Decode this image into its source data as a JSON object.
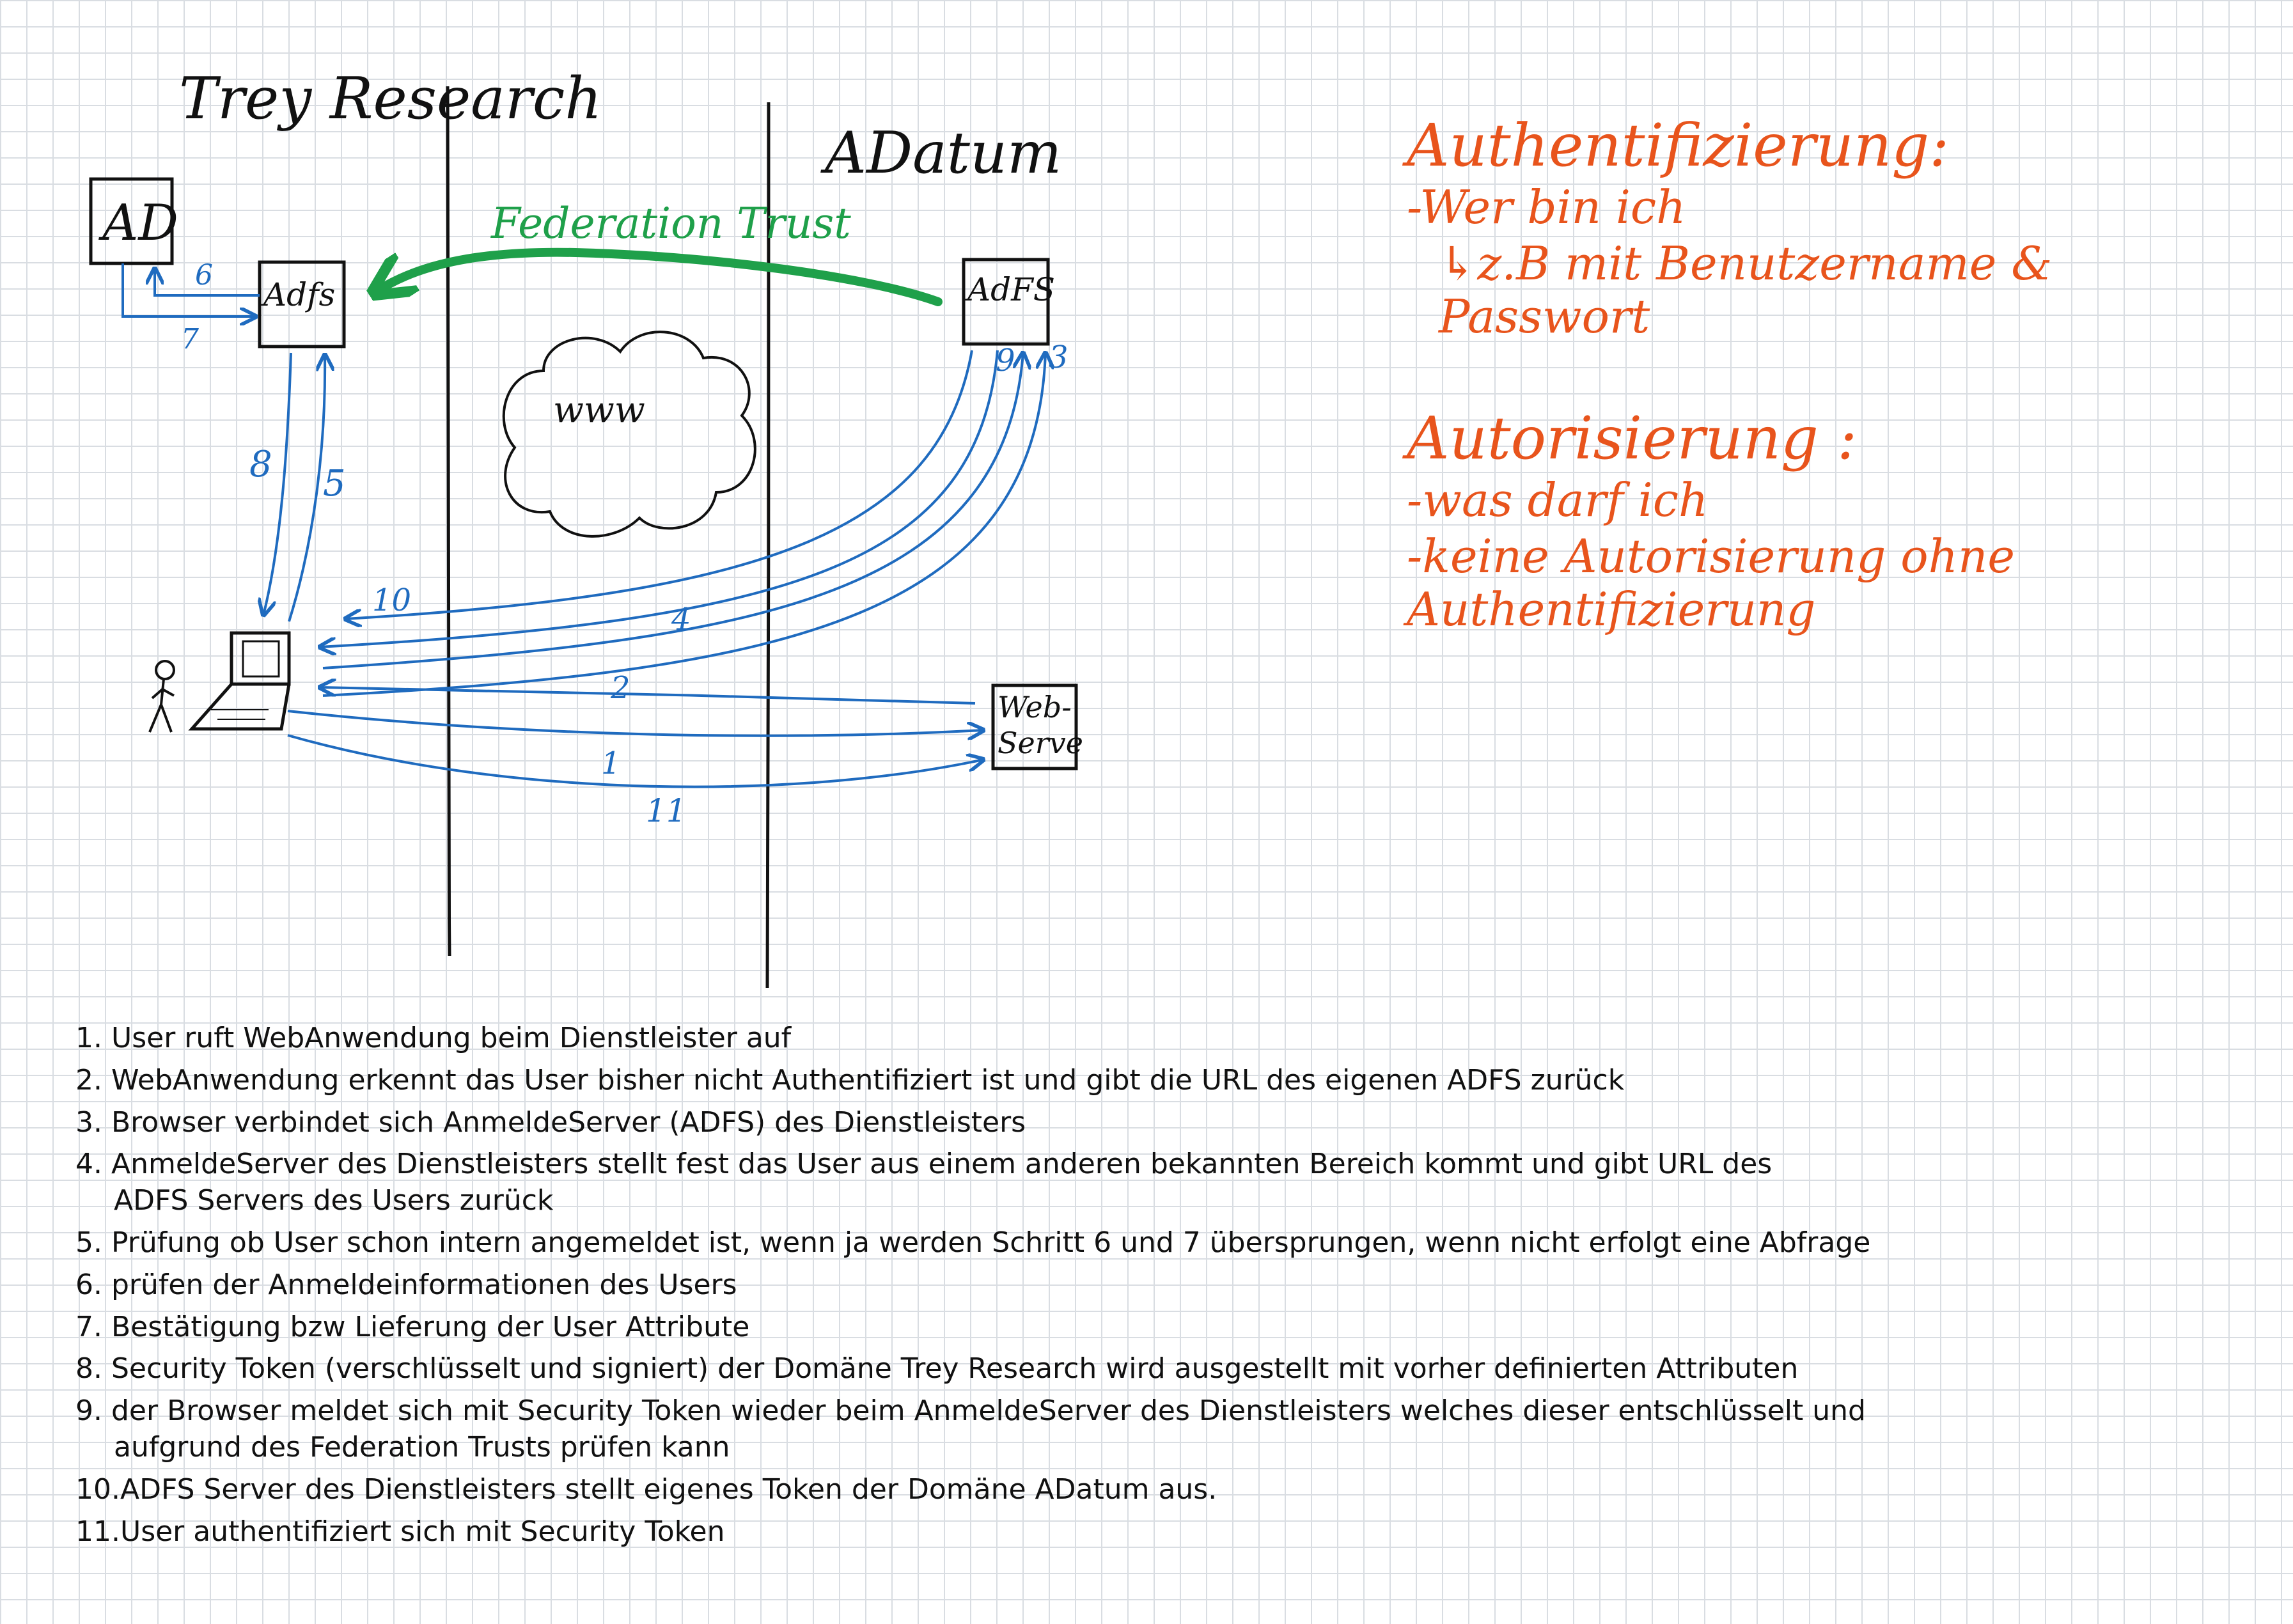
{
  "diagram": {
    "zones": {
      "left": "Trey Research",
      "right": "ADatum"
    },
    "nodes": {
      "ad": "AD",
      "adfs_left": "Adfs",
      "adfs_right": "AdFS",
      "web_server_line1": "Web-",
      "web_server_line2": "Serve",
      "internet": "www"
    },
    "federation_label": "Federation Trust",
    "arrow_numbers": {
      "s1": "1",
      "s2": "2",
      "s3": "3",
      "s4": "4",
      "s5": "5",
      "s6": "6",
      "s7": "7",
      "s8": "8",
      "s9": "9",
      "s10": "10",
      "s11": "11"
    },
    "colors": {
      "ink": "#111111",
      "flow": "#1f6bbf",
      "trust": "#1fa04a",
      "notes": "#e8541c"
    }
  },
  "notes": {
    "authn_title": "Authentifizierung:",
    "authn_line1": "-Wer bin ich",
    "authn_line2": "↳z.B mit Benutzername & Passwort",
    "authz_title": "Autorisierung :",
    "authz_line1": "-was darf ich",
    "authz_line2": "-keine Autorisierung ohne Authentifizierung"
  },
  "steps": [
    {
      "n": "1.",
      "text": "User ruft WebAnwendung beim Dienstleister auf"
    },
    {
      "n": "2.",
      "text": "WebAnwendung erkennt das User bisher nicht Authentifiziert ist und gibt die URL des eigenen ADFS zurück"
    },
    {
      "n": "3.",
      "text": "Browser verbindet sich AnmeldeServer (ADFS) des Dienstleisters"
    },
    {
      "n": "4.",
      "text": "AnmeldeServer des Dienstleisters stellt fest das User aus einem anderen bekannten Bereich kommt und gibt URL des",
      "cont": "ADFS Servers des Users zurück"
    },
    {
      "n": "5.",
      "text": "Prüfung ob User schon intern angemeldet ist, wenn ja werden Schritt 6 und 7 übersprungen, wenn nicht erfolgt eine Abfrage"
    },
    {
      "n": "6.",
      "text": "prüfen der Anmeldeinformationen des Users"
    },
    {
      "n": "7.",
      "text": "Bestätigung bzw Lieferung der User Attribute"
    },
    {
      "n": "8.",
      "text": "Security Token (verschlüsselt und signiert) der Domäne Trey Research wird ausgestellt mit vorher definierten Attributen"
    },
    {
      "n": "9.",
      "text": "der Browser meldet sich mit Security Token wieder beim AnmeldeServer des Dienstleisters welches dieser entschlüsselt und",
      "cont": "aufgrund des Federation Trusts prüfen kann"
    },
    {
      "n": "10.",
      "text": "ADFS Server des Dienstleisters stellt eigenes Token der Domäne ADatum aus."
    },
    {
      "n": "11.",
      "text": "User authentifiziert sich mit Security Token"
    }
  ]
}
